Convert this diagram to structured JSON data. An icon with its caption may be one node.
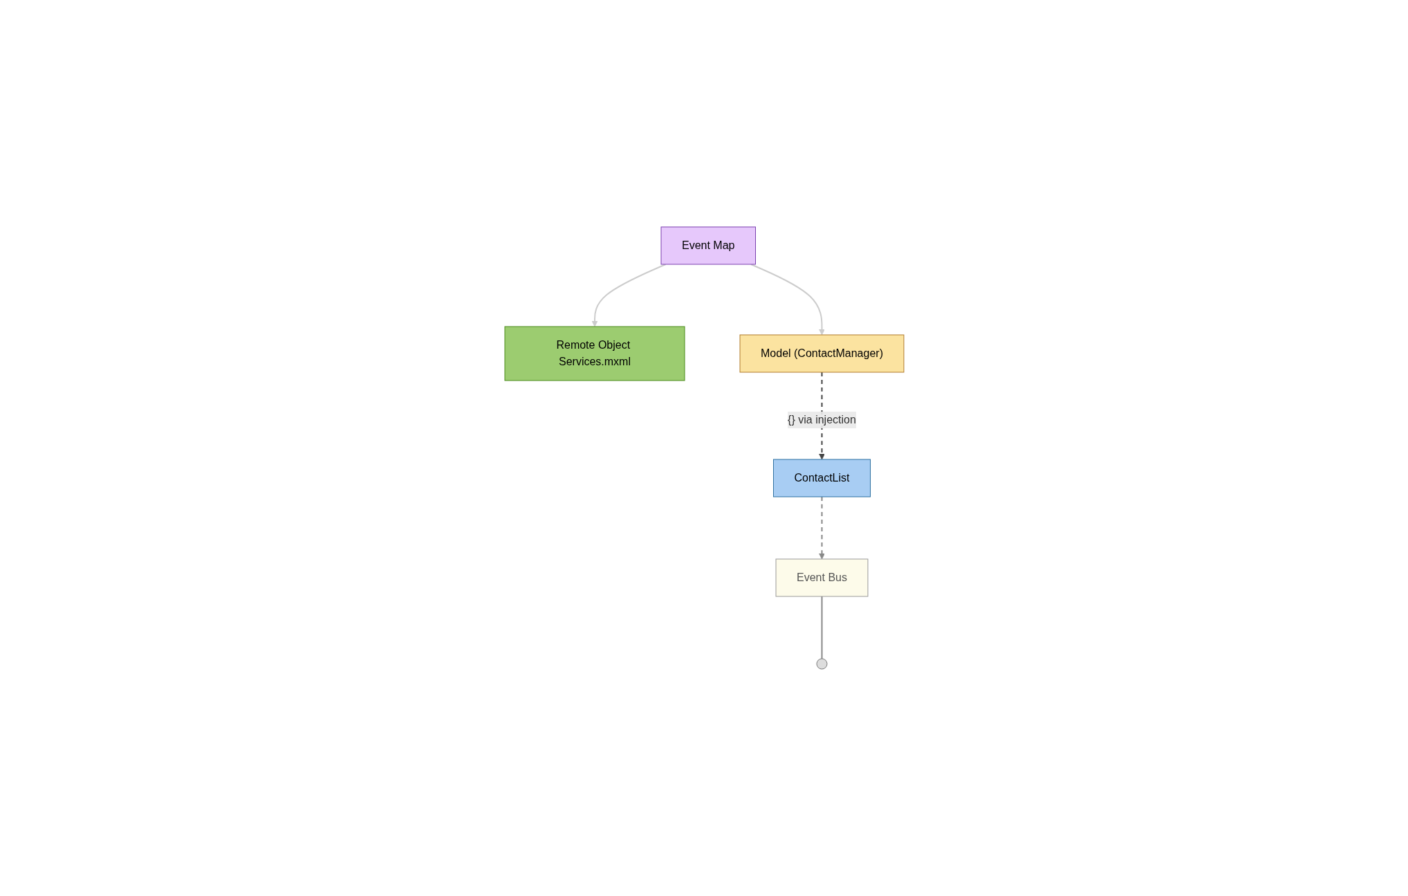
{
  "diagram": {
    "nodes": [
      {
        "text": [
          "Event Bus"
        ]
      },
      {
        "text": [
          "ContactList"
        ]
      },
      {
        "text": [
          "Event Map"
        ]
      },
      {
        "text": [],
        "shape": "circle"
      },
      {
        "text": [
          "Remote Object Services.mxml"
        ]
      },
      {
        "text": [
          "Model (ContactManager)"
        ]
      }
    ],
    "edges": [
      {
        "from": 1,
        "to": 0,
        "arrow": "to",
        "style": "dashed"
      },
      {
        "from": 0,
        "to": 3,
        "arrow": "none"
      },
      {
        "from": 2,
        "to": 4,
        "arrow": "to",
        "color": "#cccccc"
      },
      {
        "from": 2,
        "to": 5,
        "arrow": "to",
        "color": "#cccccc"
      },
      {
        "from": 5,
        "to": 1,
        "arrow": "to",
        "style": "dashed",
        "label": "{} via injection",
        "color": "#444444"
      }
    ]
  }
}
